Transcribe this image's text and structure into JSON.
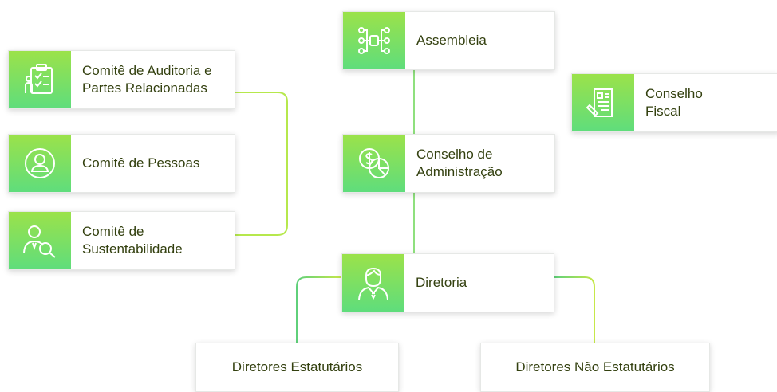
{
  "nodes": {
    "assembleia": "Assembleia",
    "conselho_fiscal": "Conselho\nFiscal",
    "comite_auditoria": "Comitê de Auditoria e\nPartes Relacionadas",
    "comite_pessoas": "Comitê de Pessoas",
    "comite_sustentabilidade": "Comitê de\nSustentabilidade",
    "conselho_administracao": "Conselho de\nAdministração",
    "diretoria": "Diretoria",
    "diretores_estatutarios": "Diretores Estatutários",
    "diretores_nao_estatutarios": "Diretores Não Estatutários"
  },
  "icons": {
    "assembleia": "network-nodes-icon",
    "conselho_fiscal": "document-pen-icon",
    "comite_auditoria": "clipboard-checklist-icon",
    "comite_pessoas": "user-circle-icon",
    "comite_sustentabilidade": "person-search-icon",
    "conselho_administracao": "money-chart-icon",
    "diretoria": "executive-person-icon"
  },
  "colors": {
    "accent_light": "#9be24a",
    "accent_dark": "#5fdd7c",
    "text": "#33400f"
  }
}
